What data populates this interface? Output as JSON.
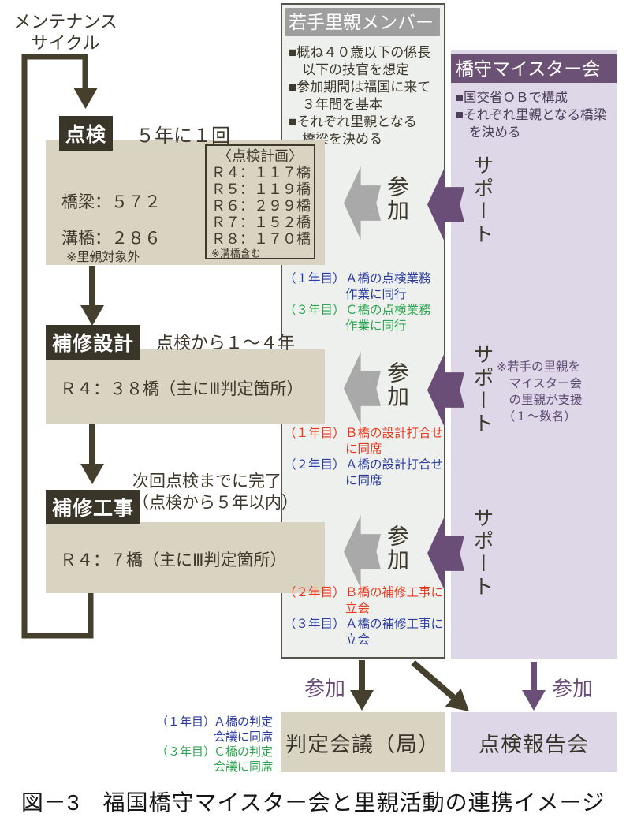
{
  "figure": {
    "caption": "図－3　福国橋守マイスター会と里親活動の連携イメージ"
  },
  "cycle": {
    "label": "メンテナンス\nサイクル"
  },
  "young_members": {
    "title": "若手里親メンバー",
    "bullets": "■概ね４０歳以下の係長\n　以下の技官を想定\n■参加期間は福国に来て\n　３年間を基本\n■それぞれ里親となる\n　橋梁を決める"
  },
  "meister": {
    "title": "橋守マイスター会",
    "bullets": "■国交省ＯＢで構成\n■それぞれ里親となる橋梁\n　を決める",
    "support_label": "サポート",
    "support_note": "※若手の里親を\n　マイスター会\n　の里親が支援\n　（１～数名）"
  },
  "stages": {
    "inspection": {
      "label": "点検",
      "subtitle": "５年に１回",
      "bridges": "橋梁：５７２",
      "culverts": "溝橋：２８６",
      "culverts_note": "※里親対象外",
      "plan": {
        "title": "〈点検計画〉",
        "lines": "Ｒ４：１１７橋\nＲ５：１１９橋\nＲ６：２９９橋\nＲ７：１５２橋\nＲ８：１７０橋",
        "note": "※溝橋含む"
      },
      "participate_label": "参加"
    },
    "design": {
      "label": "補修設計",
      "subtitle": "点検から１～４年",
      "value": "Ｒ４：３８橋（主にⅢ判定箇所）",
      "participate_label": "参加"
    },
    "construction": {
      "label": "補修工事",
      "subtitle": "次回点検までに完了\n（点検から５年以内）",
      "value": "Ｒ４：７橋（主にⅢ判定箇所）",
      "participate_label": "参加"
    }
  },
  "annotations": {
    "inspection": [
      {
        "year": "（１年目）",
        "text": "Ａ橋の点検業務\n作業に同行",
        "color": "#2b3ca0"
      },
      {
        "year": "（３年目）",
        "text": "Ｃ橋の点検業務\n作業に同行",
        "color": "#2fa552"
      }
    ],
    "design": [
      {
        "year": "（１年目）",
        "text": "Ｂ橋の設計打合せ\nに同席",
        "color": "#e8391f"
      },
      {
        "year": "（２年目）",
        "text": "Ａ橋の設計打合せ\nに同席",
        "color": "#2b3ca0"
      }
    ],
    "construction": [
      {
        "year": "（２年目）",
        "text": "Ｂ橋の補修工事に\n立会",
        "color": "#e8391f"
      },
      {
        "year": "（３年目）",
        "text": "Ａ橋の補修工事に\n立会",
        "color": "#2b3ca0"
      }
    ],
    "judgement": [
      {
        "year": "（１年目）",
        "text": "Ａ橋の判定\n会議に同席",
        "color": "#2b3ca0"
      },
      {
        "year": "（３年目）",
        "text": "Ｃ橋の判定\n会議に同席",
        "color": "#2fa552"
      }
    ]
  },
  "bottom": {
    "judgement_box": "判定会議（局）",
    "report_box": "点検報告会",
    "participate_left": "参加",
    "participate_right": "参加"
  },
  "colors": {
    "dark_olive": "#3a3529",
    "beige_box": "#d9d4c2",
    "panel_gray_bg": "#eef0ed",
    "header_gray": "#9e9e9e",
    "arrow_gray": "#a9a9a9",
    "purple_dark": "#6b5174",
    "purple_arrow": "#6b4e78",
    "purple_panel_bg": "#ddd7e8",
    "annotation_blue": "#2b3ca0",
    "annotation_red": "#e8391f",
    "annotation_green": "#2fa552"
  }
}
